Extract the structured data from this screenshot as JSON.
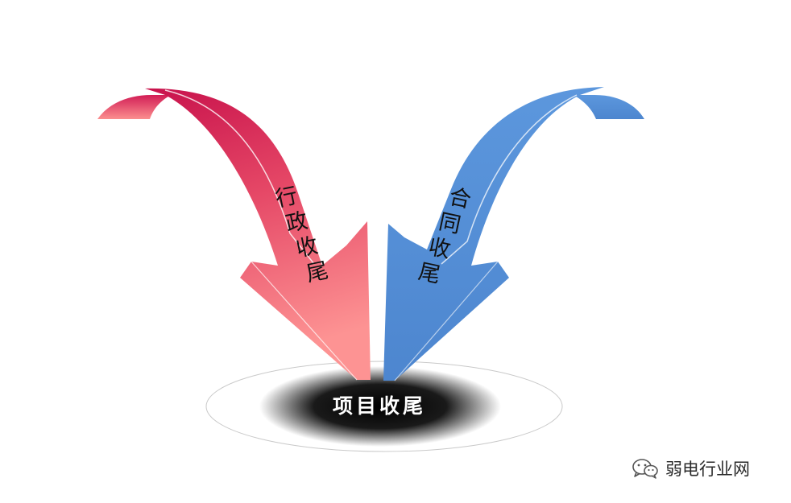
{
  "diagram": {
    "left_arrow": {
      "label_chars": [
        "行",
        "政",
        "收",
        "尾"
      ],
      "color_top": "#cc1450",
      "color_bottom": "#fb8f8f"
    },
    "right_arrow": {
      "label_chars": [
        "合",
        "同",
        "收",
        "尾"
      ],
      "color": "#5590d6",
      "color_dark": "#3f74bd"
    },
    "center": {
      "label": "项目收尾",
      "glow_color": "#000000"
    }
  },
  "watermark": {
    "text": "弱电行业网",
    "icon": "wechat-icon"
  }
}
